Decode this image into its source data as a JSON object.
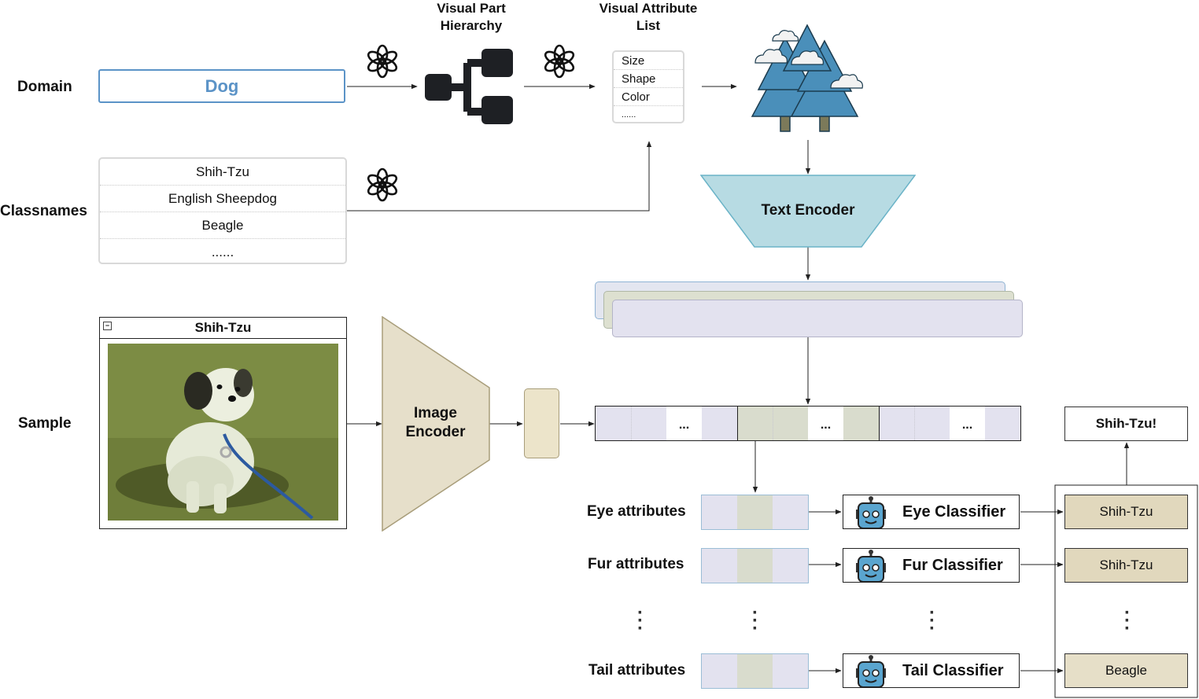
{
  "row_labels": {
    "domain": "Domain",
    "classnames": "Classnames",
    "sample": "Sample"
  },
  "domain_value": "Dog",
  "classnames": [
    "Shih-Tzu",
    "English Sheepdog",
    "Beagle",
    "......"
  ],
  "visual_part_hierarchy": "Visual Part\nHierarchy",
  "visual_attribute_list": {
    "title": "Visual Attribute\nList",
    "items": [
      "Size",
      "Shape",
      "Color",
      "......"
    ]
  },
  "text_encoder": "Text Encoder",
  "image_encoder": "Image\nEncoder",
  "sample_title": "Shih-Tzu",
  "ellipsis": "...",
  "attribute_rows": [
    {
      "label": "Eye attributes",
      "classifier": "Eye Classifier",
      "prediction": "Shih-Tzu"
    },
    {
      "label": "Fur attributes",
      "classifier": "Fur Classifier",
      "prediction": "Shih-Tzu"
    },
    {
      "label": "Tail attributes",
      "classifier": "Tail Classifier",
      "prediction": "Beagle"
    }
  ],
  "final_output": "Shih-Tzu!",
  "icons": [
    "openai-logo-icon",
    "hierarchy-icon",
    "tree-icon",
    "robot-icon",
    "dog-photo"
  ],
  "colors": {
    "domain_blue": "#5b93c7",
    "text_encoder_fill": "#b7dbe3",
    "image_encoder_fill": "#e6dfca",
    "embedding_lavender": "#e3e2ef",
    "embedding_sage": "#d9dccd",
    "prediction_tan": "#e1d8bd"
  }
}
